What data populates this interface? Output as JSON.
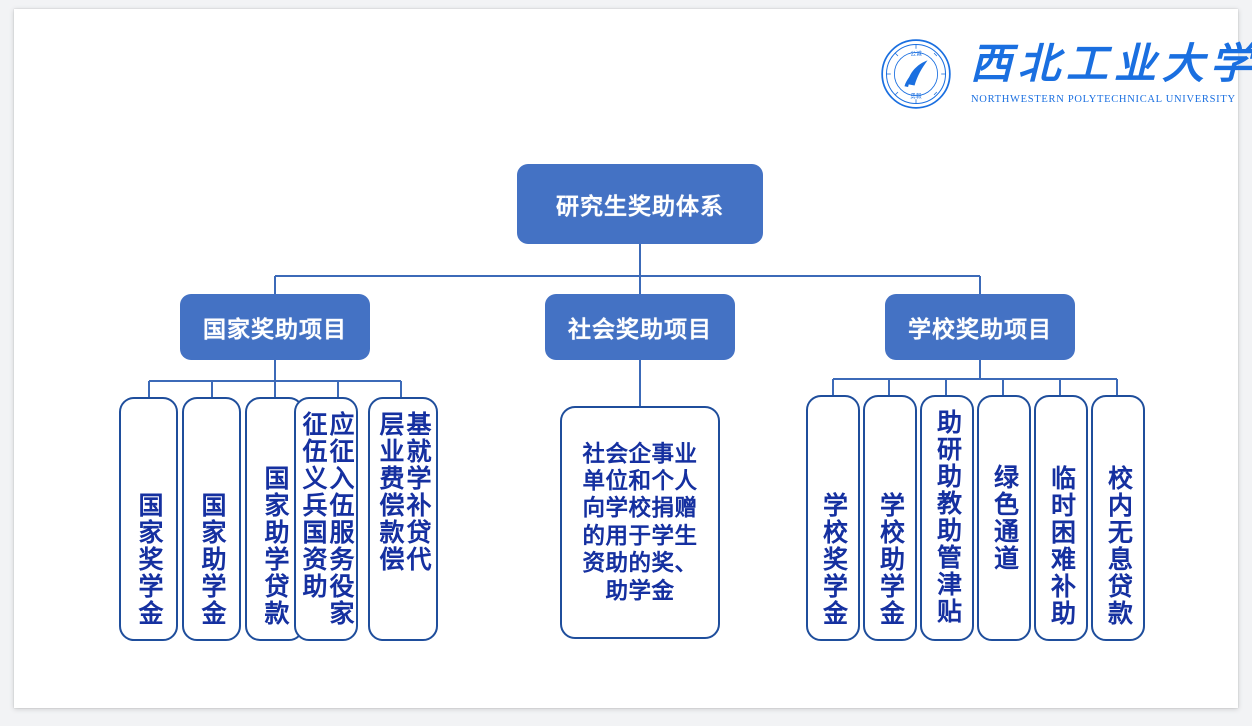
{
  "branding": {
    "seal_name": "nwpu-seal-icon",
    "name_cn": "西北工业大学",
    "name_en": "NORTHWESTERN  POLYTECHNICAL  UNIVERSITY",
    "color": "#1a6fe0"
  },
  "colors": {
    "node_fill": "#4472C4",
    "node_text": "#ffffff",
    "leaf_border": "#1F4E9C",
    "leaf_text": "#1530A0",
    "connector": "#3C6AB8",
    "slide_bg": "#ffffff",
    "page_bg": "#f2f3f5"
  },
  "chart_data": {
    "type": "tree",
    "title": "研究生奖助体系",
    "root": {
      "label": "研究生奖助体系",
      "children": [
        {
          "label": "国家奖助项目",
          "children": [
            {
              "label": "国家奖学金"
            },
            {
              "label": "国家助学金"
            },
            {
              "label": "国家助学贷款"
            },
            {
              "label": "应征入伍服义务兵役国家资助"
            },
            {
              "label": "基层就业学费补偿贷款代偿"
            }
          ]
        },
        {
          "label": "社会奖助项目",
          "children": [
            {
              "label": "社会企事业单位和个人向学校捐赠的用于学生资助的奖、助学金"
            }
          ]
        },
        {
          "label": "学校奖助项目",
          "children": [
            {
              "label": "学校奖学金"
            },
            {
              "label": "学校助学金"
            },
            {
              "label": "助研助教助管津贴"
            },
            {
              "label": "绿色通道"
            },
            {
              "label": "临时困难补助"
            },
            {
              "label": "校内无息贷款"
            }
          ]
        }
      ]
    }
  },
  "root": {
    "label": "研究生奖助体系"
  },
  "level2": [
    {
      "label": "国家奖助项目"
    },
    {
      "label": "社会奖助项目"
    },
    {
      "label": "学校奖助项目"
    }
  ],
  "national_leaves": [
    {
      "label": "国家奖学金",
      "vertical": "国家奖学金"
    },
    {
      "label": "国家助学金",
      "vertical": "国家助学金"
    },
    {
      "label": "国家助学贷款",
      "vertical": "国家助学贷款"
    },
    {
      "label": "应征入伍服义务兵役国家资助",
      "vertical": "应征入伍服务役家\n征伍义兵国资助"
    },
    {
      "label": "基层就业学费补偿贷款代偿",
      "vertical": "基就学补贷代\n层业费偿款偿"
    }
  ],
  "social_leaf": {
    "label": "社会企事业单位和个人向学校捐赠的用于学生资助的奖、助学金",
    "display": "社会企事业\n单位和个人\n向学校捐赠\n的用于学生\n资助的奖、\n助学金"
  },
  "school_leaves": [
    {
      "label": "学校奖学金",
      "vertical": "学校奖学金"
    },
    {
      "label": "学校助学金",
      "vertical": "学校助学金"
    },
    {
      "label": "助研助教助管津贴",
      "vertical": "助研助教助管津贴"
    },
    {
      "label": "绿色通道",
      "vertical": "绿色通道"
    },
    {
      "label": "临时困难补助",
      "vertical": "临时困难补助"
    },
    {
      "label": "校内无息贷款",
      "vertical": "校内无息贷款"
    }
  ]
}
